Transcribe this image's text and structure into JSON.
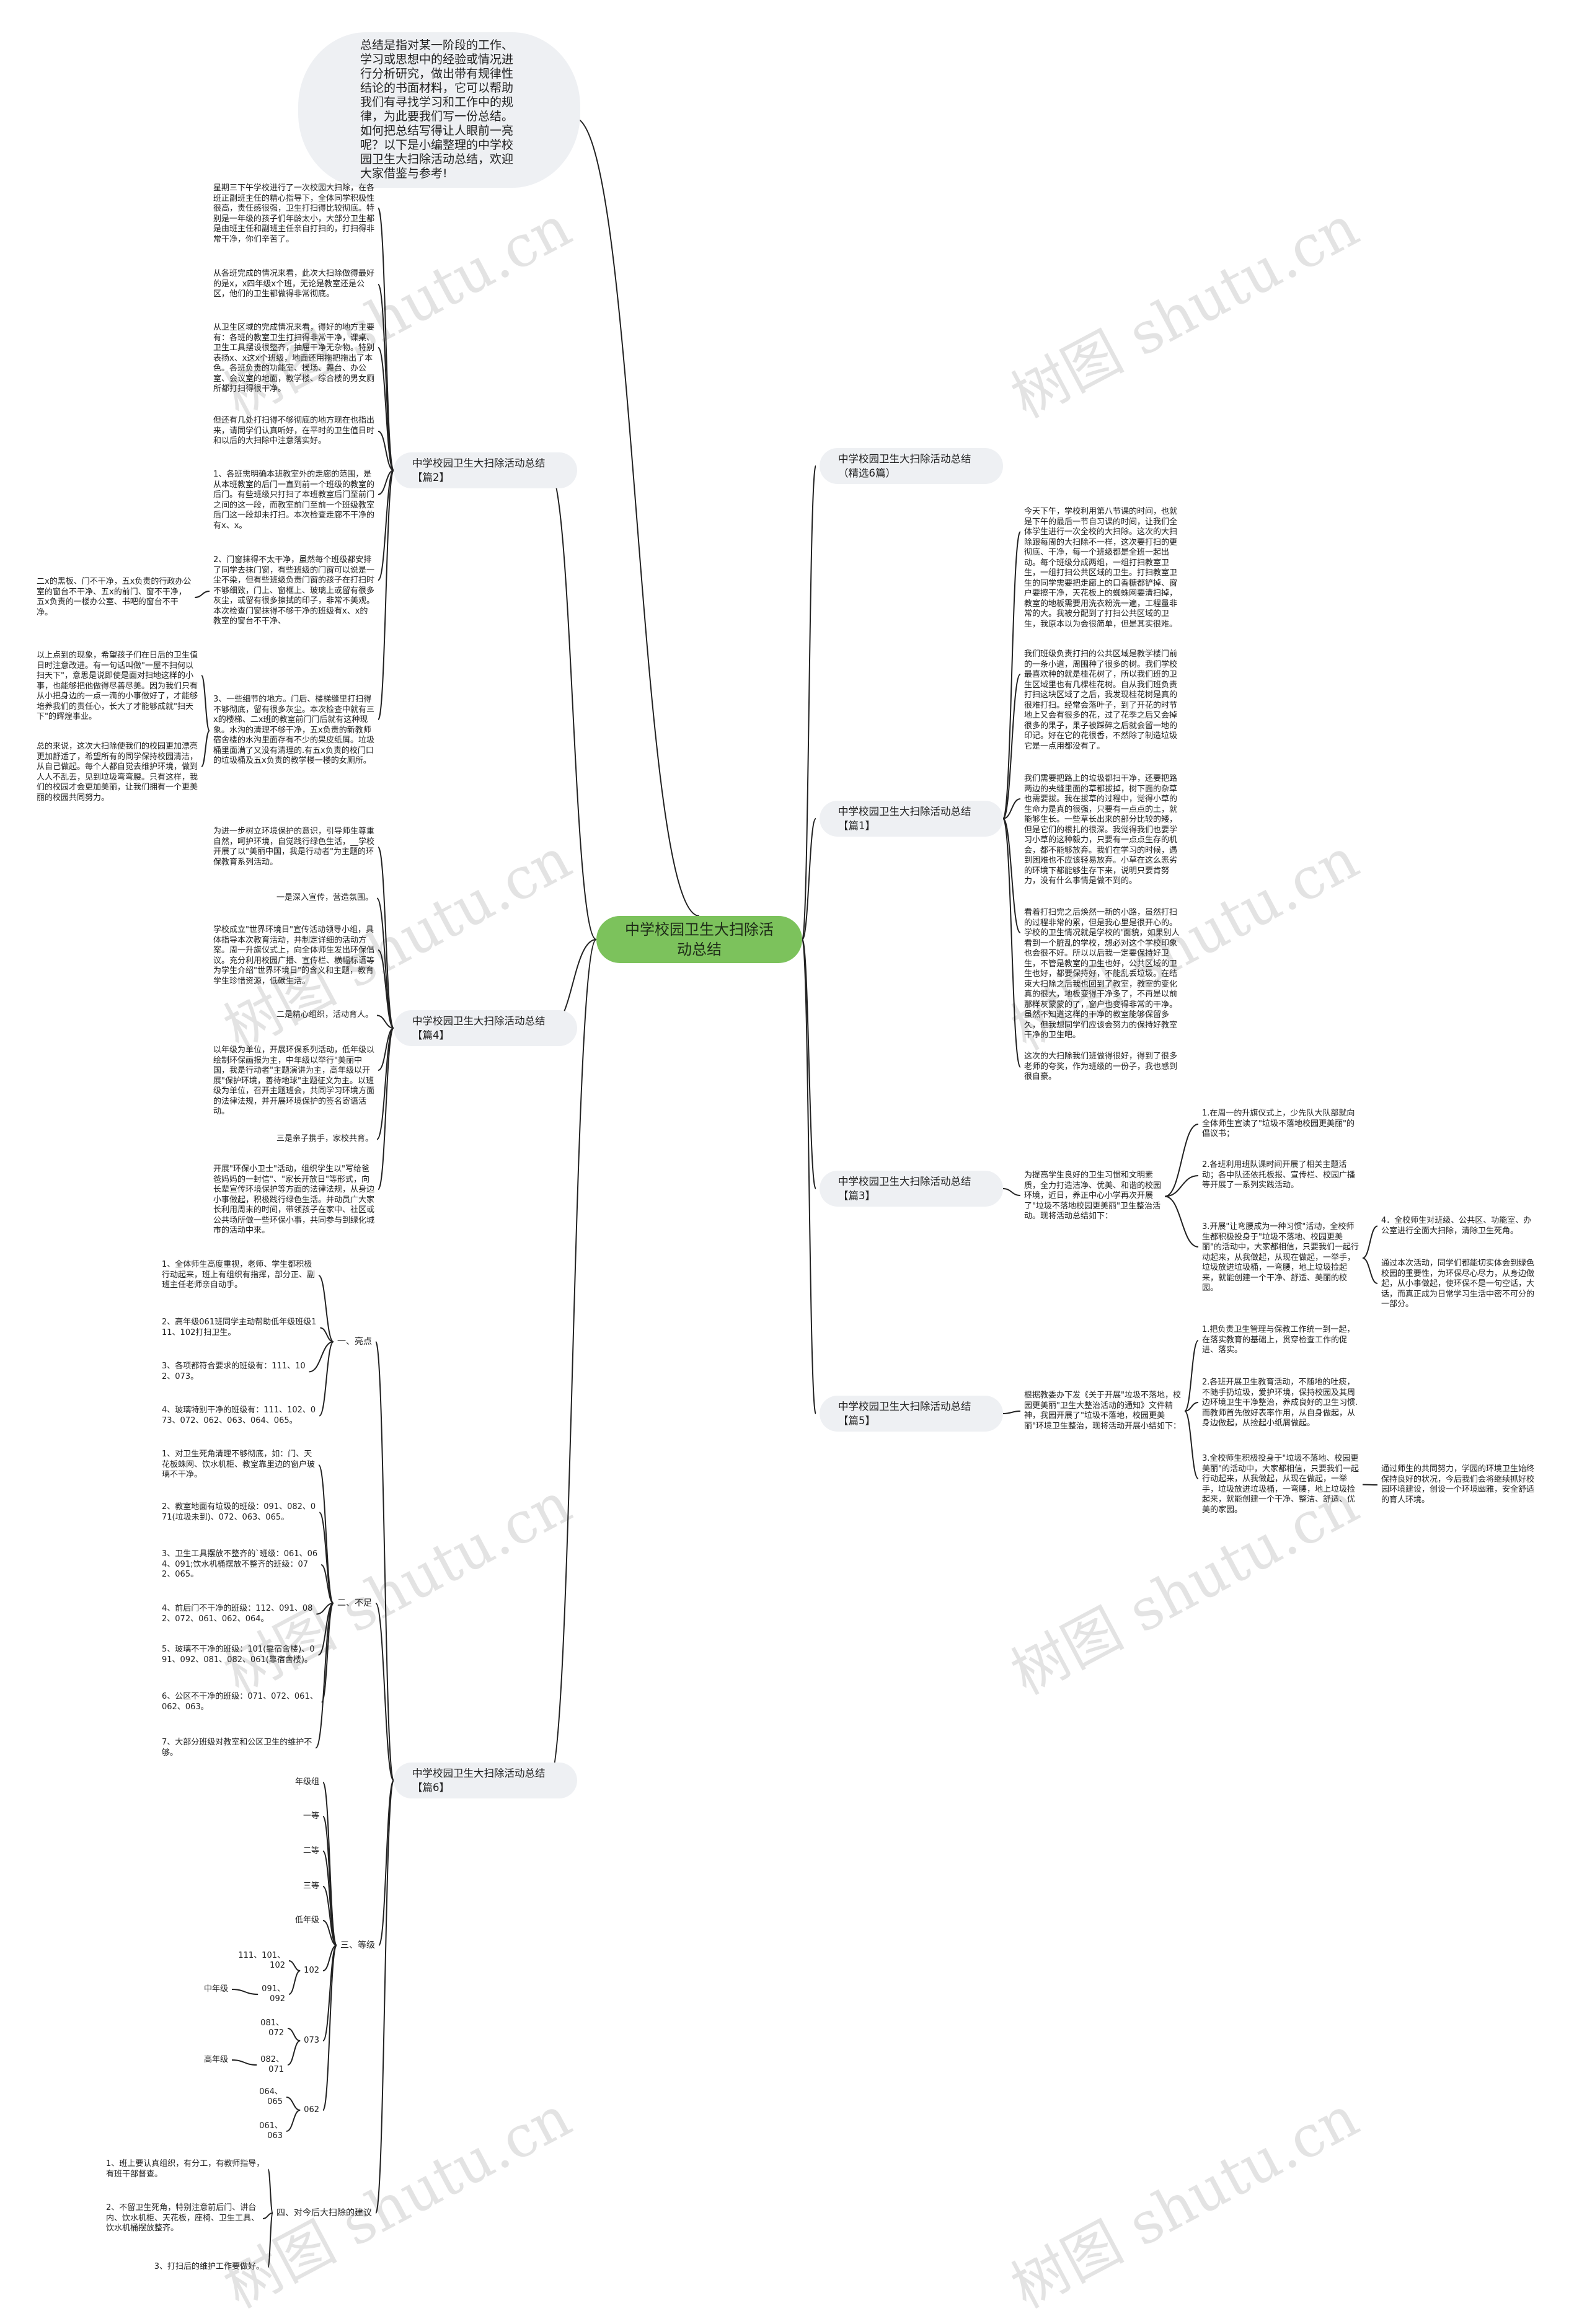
{
  "center": "中学校园卫生大扫除活动总结",
  "intro": "总结是指对某一阶段的工作、学习或思想中的经验或情况进行分析研究，做出带有规律性结论的书面材料，它可以帮助我们有寻找学习和工作中的规律，为此要我们写一份总结。如何把总结写得让人眼前一亮呢？以下是小编整理的中学校园卫生大扫除活动总结，欢迎大家借鉴与参考!",
  "watermark": "树图 shutu.cn",
  "right": {
    "jingxuan": "中学校园卫生大扫除活动总结（精选6篇）",
    "p1": {
      "title": "中学校园卫生大扫除活动总结【篇1】",
      "items": [
        "今天下午，学校利用第八节课的时间，也就是下午的最后一节自习课的时间，让我们全体学生进行一次全校的大扫除。这次的大扫除跟每周的大扫除不一样，这次要打扫的更彻底、干净，每一个班级都是全班一起出动。每个班级分成两组，一组打扫教室卫生，一组打扫公共区域的卫生。打扫教室卫生的同学需要把走廊上的口香糖都铲掉、窗户要擦干净，天花板上的蜘蛛网要清扫掉，教室的地板需要用洗衣粉洗一遍，工程量非常的大。我被分配到了打扫公共区域的卫生，我原本以为会很简单，但是其实很难。",
        "我们班级负责打扫的公共区域是教学楼门前的一条小道，周围种了很多的树。我们学校最喜欢种的就是桂花树了，所以我们班的卫生区域里也有几棵桂花树。自从我们班负责打扫这块区域了之后，我发现桂花树是真的很难打扫。经常会落叶子，到了开花的时节地上又会有很多的花，过了花季之后又会掉很多的果子，果子被踩碎之后就会留一地的印记。好在它的花很香，不然除了制造垃圾它是一点用都没有了。",
        "我们需要把路上的垃圾都扫干净，还要把路两边的夹缝里面的草都拔掉，树下面的杂草也需要拔。我在拔草的过程中，觉得小草的生命力是真的很强，只要有一点点的土，就能够生长。一些草长出来的部分比较的矮，但是它们的根扎的很深。我觉得我们也要学习小草的这种毅力，只要有一点点生存的机会，都不能够放弃。我们在学习的时候，遇到困难也不应该轻易放弃。小草在这么恶劣的环境下都能够生存下来，说明只要肯努力，没有什么事情是做不到的。",
        "看着打扫完之后焕然一新的小路，虽然打扫的过程非常的累，但是我心里是很开心的。学校的卫生情况就是学校的'面貌，如果别人看到一个脏乱的学校，想必对这个学校印象也会很不好。所以以后我一定要保持好卫生，不管是教室的卫生也好，公共区域的卫生也好，都要保持好，不能乱丢垃圾。在结束大扫除之后我也回到了教室，教室的变化真的很大，地板变得干净多了，不再是以前那样灰蒙蒙的了，窗户也变得非常的干净。虽然不知道这样的干净的教室能够保留多久，但我想同学们应该会努力的保持好教室干净的卫生吧。",
        "这次的大扫除我们班做得很好，得到了很多老师的夸奖，作为班级的一份子，我也感到很自豪。"
      ]
    },
    "p3": {
      "title": "中学校园卫生大扫除活动总结【篇3】",
      "summary": "为提高学生良好的卫生习惯和文明素质，全力打造洁净、优美、和谐的校园环境，近日，养正中心小学再次开展了\"垃圾不落地校园更美丽\"卫生整治活动。现将活动总结如下：",
      "items": [
        "1.在周一的升旗仪式上，少先队大队部就向全体师生宣读了\"垃圾不落地校园更美丽\"的倡议书；",
        "2.各班利用班队课时间开展了相关主题活动；各中队还依托板报、宣传栏、校园广播等开展了一系列实践活动。",
        "3.开展\"让弯腰成为一种习惯\"活动，全校师生都积极投身于\"垃圾不落地、校园更美丽\"的活动中，大家都相信，只要我们一起行动起来，从我做起，从现在做起，一举手，垃圾放进垃圾桶，一弯腰，地上垃圾捡起来，就能创建一个干净、舒适、美丽的校园。"
      ],
      "sub": [
        "4．全校师生对班级、公共区、功能室、办公室进行全面大扫除，清除卫生死角。",
        "通过本次活动，同学们都能切实体会到绿色校园的重要性，为环保尽心尽力，从身边做起，从小事做起，使环保不是一句空话，大话，而真正成为日常学习生活中密不可分的一部分。"
      ]
    },
    "p5": {
      "title": "中学校园卫生大扫除活动总结【篇5】",
      "summary": "根据教委办下发《关于开展\"垃圾不落地，校园更美丽\"卫生大整治活动的通知》文件精神，我园开展了\"垃圾不落地，校园更美丽\"环境卫生整治，现将活动开展小结如下：",
      "items": [
        "1.把负责卫生管理与保教工作统一到一起，在落实教育的基础上，贯穿检查工作的促进、落实。",
        "2.各班开展卫生教育活动，不随地的吐痰，不随手扔垃圾，爱护环境，保持校园及其周边环境卫生干净整治，养成良好的卫生习惯.而教师首先做好表率作用，从自身做起，从身边做起，从捡起小纸屑做起。",
        "3.全校师生积极投身于\"垃圾不落地、校园更美丽\"的活动中，大家都相信，只要我们一起行动起来，从我做起，从现在做起，一举手，垃圾放进垃圾桶，一弯腰，地上垃圾捡起来，就能创建一个干净、整洁、舒适、优美的家园。"
      ],
      "sub": "通过师生的共同努力，学园的环境卫生始终保持良好的状况，今后我们会将继续抓好校园环境建设，创设一个环境幽雅，安全舒适的育人环境。"
    }
  },
  "left": {
    "p2": {
      "title": "中学校园卫生大扫除活动总结【篇2】",
      "items": [
        "星期三下午学校进行了一次校园大扫除，在各班正副班主任的精心指导下，全体同学积极性很高，责任感很强，卫生打扫得比较彻底。特别是一年级的孩子们年龄太小，大部分卫生都是由班主任和副班主任亲自打扫的，打扫得非常干净，你们辛苦了。",
        "从各班完成的情况来看，此次大扫除做得最好的是x，x四年级x个班，无论是教室还是公区，他们的卫生都做得非常彻底。",
        "从卫生区域的完成情况来看，得好的地方主要有：各班的教室卫生打扫得非常干净，课桌、卫生工具摆设很整齐，抽屉干净无杂物。特别表扬x、x这x个班级，地面还用拖把拖出了本色。各班负责的功能室、操场、舞台、办公室、会议室的地面，教学楼、综合楼的男女厕所都打扫得很干净。",
        "但还有几处打扫得不够彻底的地方现在也指出来，请同学们认真听好，在平时的卫生值日时和以后的大扫除中注意落实好。",
        "1、各班需明确本班教室外的走廊的范围，是从本班教室的后门一直到前一个班级的教室的后门。有些班级只打扫了本班教室后门至前门之间的这一段，而教室前门至前一个班级教室后门这一段却未打扫。本次检查走廊不干净的有x、x。",
        "2、门窗抹得不太干净，虽然每个班级都安排了同学去抹门窗，有些班级的门窗可以说是一尘不染，但有些班级负责门窗的孩子在打扫时不够细致，门上、窗框上、玻璃上或留有很多灰尘，或留有很多擦拭的印子，非常不美观。本次检查门窗抹得不够干净的班级有x、x的教室的窗台不干净、",
        "3、一些细节的地方。门后、楼梯缝里打扫得不够彻底，留有很多灰尘。本次检查中就有三x的楼梯、二x班的教室前门门后就有这种现象。水沟的清理不够干净，五x负责的新教师宿舍楼的水沟里面存有不少的果皮纸屑。垃圾桶里面满了又没有清理的.有五x负责的校门口的垃圾桶及五x负责的教学楼一楼的女厕所。"
      ],
      "item5_child": "二x的黑板、门不干净，五x负责的行政办公室的窗台不干净、五x的前门、窗不干净，五x负责的一楼办公室、书吧的窗台不干净。",
      "item6_children": [
        "以上点到的现象，希望孩子们在日后的卫生值日时注意改进。有一句话叫做\"一屋不扫何以扫天下\"，意思是说即使是面对扫地这样的小事，也能够把他做得尽善尽美。因为我们只有从小把身边的一点一滴的小事做好了，才能够培养我们的责任心，长大了才能够成就\"扫天下\"的辉煌事业。",
        "总的来说，这次大扫除使我们的校园更加漂亮更加舒适了，希望所有的同学保持校园清洁，从自己做起。每个人都自觉去维护环境，做到人人不乱丢，见到垃圾弯弯腰。只有这样，我们的校园才会更加美丽，让我们拥有一个更美丽的校园共同努力。"
      ]
    },
    "p4": {
      "title": "中学校园卫生大扫除活动总结【篇4】",
      "items": [
        "为进一步树立环境保护的意识，引导师生尊重自然，呵护环境，自觉践行绿色生活，__学校开展了以\"美丽中国，我是行动者\"为主题的环保教育系列活动。",
        "一是深入宣传，营造氛围。",
        "学校成立\"世界环境日\"宣传活动领导小组，具体指导本次教育活动，并制定详细的活动方案。周一升旗仪式上，向全体师生发出环保倡议。充分利用校园广播、宣传栏、横幅标语等为学生介绍\"世界环境日\"的含义和主题，教育学生珍惜资源，低碳生活。",
        "二是精心组织，活动育人。",
        "以年级为单位，开展环保系列活动，低年级以绘制环保画报为主，中年级以举行\"美丽中国，我是行动者\"主题演讲为主，高年级以开展\"保护环境，善待地球\"主题征文为主。以班级为单位，召开主题班会，共同学习环境方面的法律法规，并开展环境保护的签名寄语活动。",
        "三是亲子携手，家校共育。",
        "开展\"环保小卫士\"活动，组织学生以\"写给爸爸妈妈的一封信\"、\"家长开放日\"等形式，向长辈宣传环境保护等方面的法律法规，从身边小事做起，积极践行绿色生活。并动员广大家长利用周末的时间，带领孩子在家中、社区或公共场所做一些环保小事，共同参与到绿化城市的活动中来。"
      ]
    },
    "p6": {
      "title": "中学校园卫生大扫除活动总结【篇6】",
      "sections": [
        {
          "label": "一、亮点",
          "items": [
            "1、全体师生高度重视，老师、学生都积极行动起来，班上有组织有指挥，部分正、副班主任老师亲自动手。",
            "2、高年级061班同学主动帮助低年级班级111、102打扫卫生。",
            "3、各项都符合要求的班级有：111、102、073。",
            "4、玻璃特别干净的班级有：111、102、073、072、062、063、064、065。"
          ]
        },
        {
          "label": "二、不足",
          "items": [
            "1、对卫生死角清理不够彻底，如：门、天花板蛛网、饮水机柜、教室靠里边的窗户玻璃不干净。",
            "2、教室地面有垃圾的班级：091、082、071(垃圾未到)、072、063、065。",
            "3、卫生工具摆放不整齐的`班级：061、064、091;饮水机桶摆放不整齐的班级：072、065。",
            "4、前后门不干净的班级：112、091、082、072、061、062、064。",
            "5、玻璃不干净的班级：101(靠宿舍楼)、091、092、081、082、061(靠宿舍楼)。",
            "6、公区不干净的班级：071、072、061、062、063。",
            "7、大部分班级对教室和公区卫生的维护不够。"
          ]
        },
        {
          "label": "三、等级",
          "items": [
            "年级组",
            "一等",
            "二等",
            "三等",
            "低年级",
            "102",
            "073",
            "062"
          ],
          "g102": [
            "111、101、102",
            "091、092"
          ],
          "g073": [
            "081、072",
            "082、071"
          ],
          "g062": [
            "064、065",
            "061、063"
          ],
          "mid": "中年级",
          "high": "高年级"
        },
        {
          "label": "四、对今后大扫除的建议",
          "items": [
            "1、班上要认真组织，有分工，有教师指导，有班干部督查。",
            "2、不留卫生死角，特别注意前后门、讲台内、饮水机柜、天花板，座椅、卫生工具、饮水机桶摆放整齐。",
            "3、打扫后的维护工作要做好。"
          ]
        }
      ]
    }
  },
  "colors": {
    "center": "#7cc25c",
    "node": "#eef0f3",
    "line": "#222222"
  }
}
